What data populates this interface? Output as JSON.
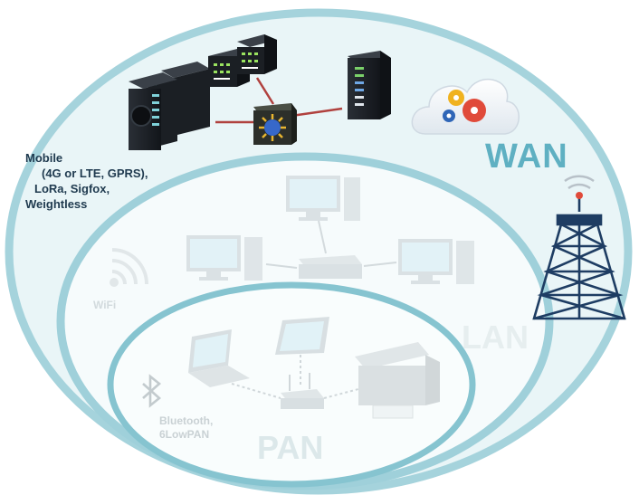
{
  "labels": {
    "mobile_lines": [
      "Mobile",
      "(4G or LTE, GPRS),",
      "LoRa, Sigfox,",
      "Weightless"
    ],
    "wan": "WAN",
    "lan": "LAN",
    "pan": "PAN",
    "wifi": "WiFi",
    "bluetooth_lines": [
      "Bluetooth,",
      "6LowPAN"
    ]
  },
  "colors": {
    "wan_ring": "#a5d3dc",
    "wan_fill": "#e9f5f7",
    "lan_ring": "#9fd0da",
    "lan_fill": "#f6fbfc",
    "pan_ring": "#86c4d0",
    "pan_fill": "#f9fdfd",
    "server_dark": "#1b1f24",
    "link_red": "#b0413e",
    "tower_blue": "#1e3d63",
    "accent_text": "#5fb0c2"
  },
  "icons": [
    "server-rack-icon",
    "network-switch-icon",
    "cloud-gears-icon",
    "cell-tower-icon",
    "desktop-computer-icon",
    "wifi-icon",
    "bluetooth-icon",
    "laptop-icon",
    "tablet-icon",
    "router-icon",
    "printer-icon"
  ]
}
